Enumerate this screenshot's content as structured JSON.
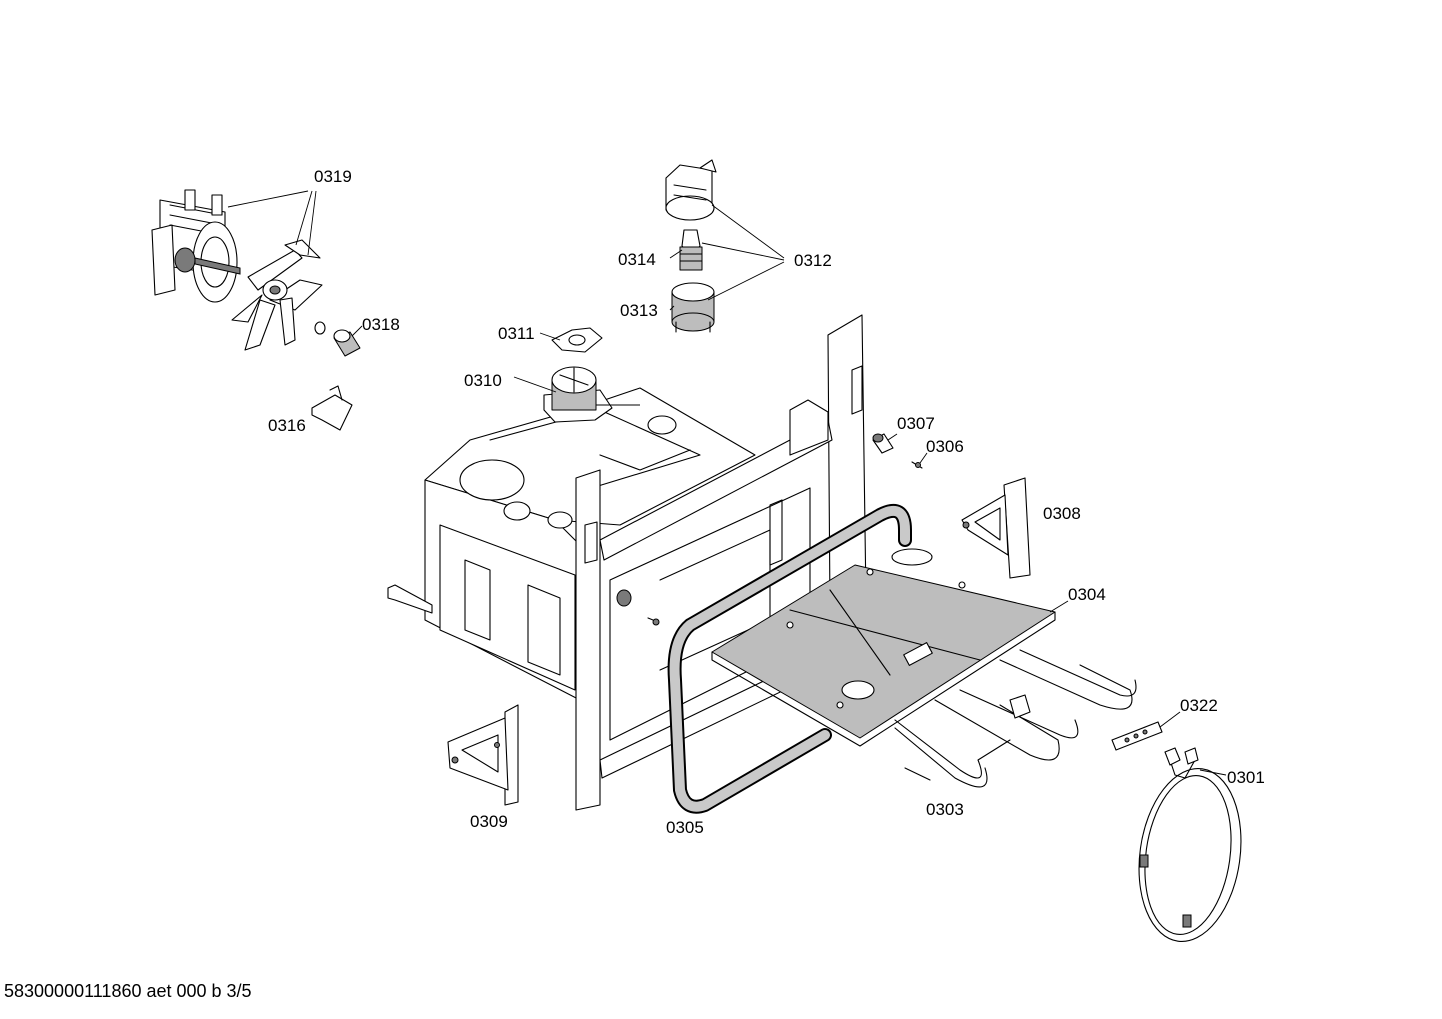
{
  "drawing_code": "58300000111860 aet 000 b 3/5",
  "parts": [
    {
      "id": "0301",
      "label": "0301",
      "part": "ring-heating-element"
    },
    {
      "id": "0303",
      "label": "0303",
      "part": "bottom-heating-element"
    },
    {
      "id": "0304",
      "label": "0304",
      "part": "oven-bottom-plate"
    },
    {
      "id": "0305",
      "label": "0305",
      "part": "door-gasket"
    },
    {
      "id": "0306",
      "label": "0306",
      "part": "screw"
    },
    {
      "id": "0307",
      "label": "0307",
      "part": "bushing"
    },
    {
      "id": "0308",
      "label": "0308",
      "part": "right-mounting-bracket"
    },
    {
      "id": "0309",
      "label": "0309",
      "part": "left-mounting-bracket"
    },
    {
      "id": "0310",
      "label": "0310",
      "part": "lamp-socket-seal"
    },
    {
      "id": "0311",
      "label": "0311",
      "part": "lamp-clip"
    },
    {
      "id": "0312",
      "label": "0312",
      "part": "oven-lamp-assembly"
    },
    {
      "id": "0313",
      "label": "0313",
      "part": "lamp-cover"
    },
    {
      "id": "0314",
      "label": "0314",
      "part": "lamp-bulb"
    },
    {
      "id": "0316",
      "label": "0316",
      "part": "terminal-bracket"
    },
    {
      "id": "0318",
      "label": "0318",
      "part": "fan-nut"
    },
    {
      "id": "0319",
      "label": "0319",
      "part": "fan-motor-and-blade"
    },
    {
      "id": "0322",
      "label": "0322",
      "part": "terminal-block-plate"
    }
  ]
}
